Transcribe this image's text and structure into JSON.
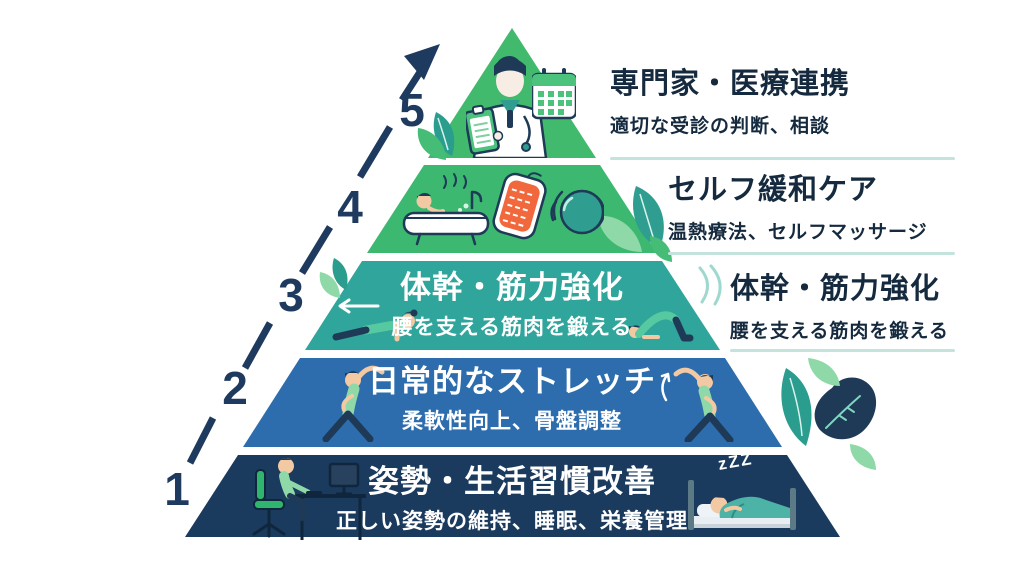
{
  "ladder": {
    "numbers": [
      "5",
      "4",
      "3",
      "2",
      "1"
    ]
  },
  "pyramid": {
    "levels": [
      {
        "number": "5",
        "title": "",
        "subtitle": "",
        "icons": [
          "doctor-icon",
          "calendar-icon"
        ]
      },
      {
        "number": "4",
        "title": "",
        "subtitle": "",
        "icons": [
          "bathtub-icon",
          "heating-pad-icon",
          "massage-ball-icon"
        ]
      },
      {
        "number": "3",
        "title": "体幹・筋力強化",
        "subtitle": "腰を支える筋肉を鍛える",
        "icons": [
          "plank-pose-icon",
          "bridge-pose-icon"
        ]
      },
      {
        "number": "2",
        "title": "日常的なストレッチ",
        "subtitle": "柔軟性向上、骨盤調整",
        "icons": [
          "side-stretch-left-icon",
          "side-stretch-right-icon"
        ]
      },
      {
        "number": "1",
        "title": "姿勢・生活習慣改善",
        "subtitle": "正しい姿勢の維持、睡眠、栄養管理",
        "icons": [
          "desk-posture-icon",
          "sleeping-person-icon"
        ]
      }
    ]
  },
  "annotations": [
    {
      "title": "専門家・医療連携",
      "subtitle": "適切な受診の判断、相談"
    },
    {
      "title": "セルフ緩和ケア",
      "subtitle": "温熱療法、セルフマッサージ"
    },
    {
      "title": "体幹・筋力強化",
      "subtitle": "腰を支える筋肉を鍛える"
    }
  ],
  "decor": {
    "zzz": "zZZ"
  },
  "colors": {
    "level5": "#41ba6e",
    "level4": "#3cb871",
    "level3": "#2fa59b",
    "level2": "#2d6dad",
    "level1": "#1a3a5e",
    "accent_navy": "#1e3a5e",
    "text_dark": "#152a3e",
    "divider": "#c5e3dd",
    "teal_leaf": "#2b9d8f",
    "green_leaf": "#45bd77",
    "light_green_leaf": "#8fd9a8",
    "orange_pad": "#f0683c"
  }
}
